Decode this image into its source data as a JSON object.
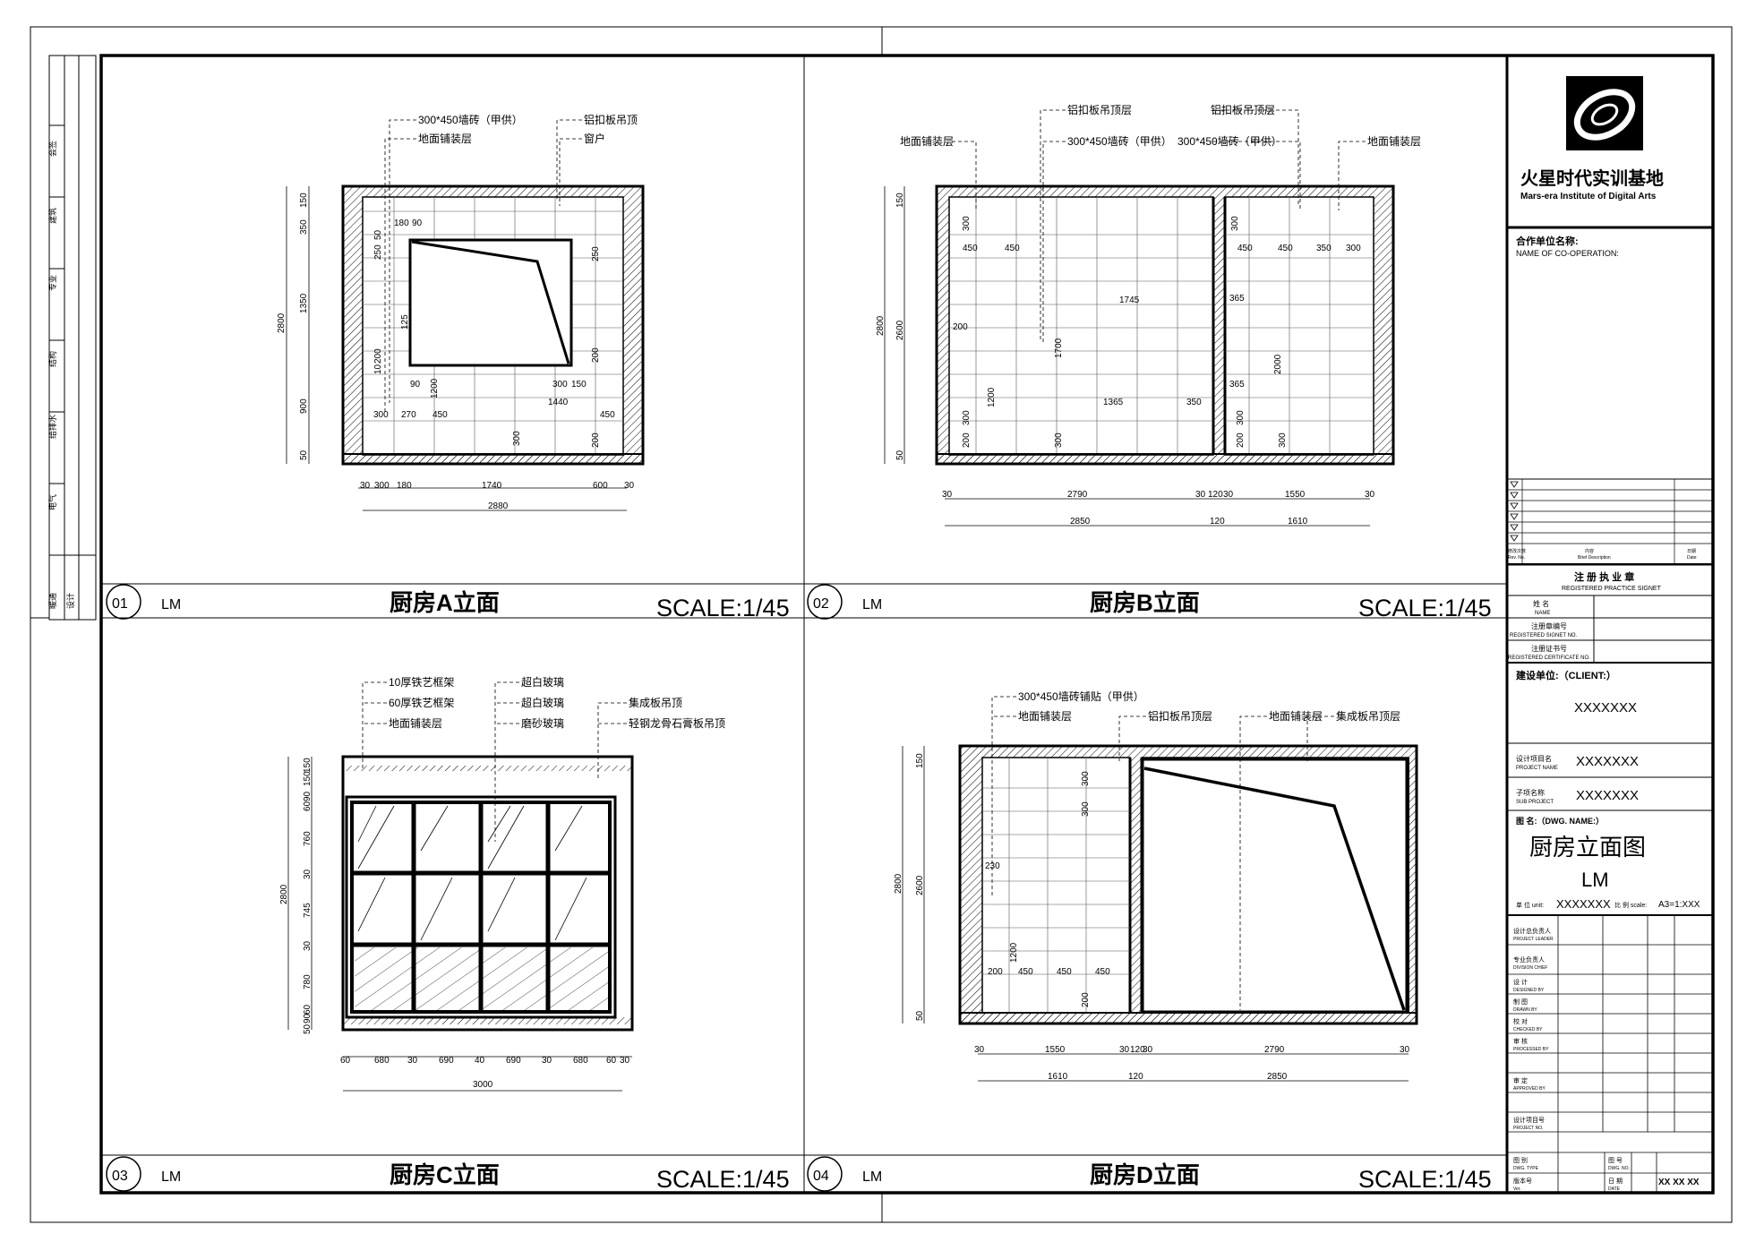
{
  "panels": [
    {
      "num": "01",
      "code": "LM",
      "title": "厨房A立面",
      "scale": "SCALE:1/45",
      "labels": [
        "300*450墙砖（甲供）",
        "地面铺装层",
        "铝扣板吊顶",
        "窗户"
      ],
      "dims_bottom": [
        "30",
        "300",
        "180",
        "1740",
        "600",
        "30"
      ],
      "dim_total": "2880",
      "dims_left": [
        "150",
        "350",
        "1350",
        "900",
        "50"
      ],
      "dim_height": "2800",
      "dims_inner": [
        "180",
        "90",
        "250",
        "50",
        "250",
        "125",
        "10",
        "200",
        "90",
        "1200",
        "300",
        "150",
        "300",
        "270",
        "450",
        "1440",
        "450",
        "300",
        "200",
        "200"
      ]
    },
    {
      "num": "02",
      "code": "LM",
      "title": "厨房B立面",
      "scale": "SCALE:1/45",
      "labels": [
        "铝扣板吊顶层",
        "300*450墙砖（甲供）",
        "铝扣板吊顶层",
        "300*450墙砖（甲供）",
        "地面铺装层",
        "地面铺装层"
      ],
      "dims_bottom": [
        "30",
        "2790",
        "30",
        "120",
        "30",
        "1550",
        "30"
      ],
      "dims_total": [
        "2850",
        "120",
        "1610"
      ],
      "dims_left": [
        "150",
        "2600",
        "50"
      ],
      "dim_height": "2800",
      "dims_inner": [
        "300",
        "450",
        "450",
        "1745",
        "1700",
        "200",
        "1200",
        "300",
        "200",
        "300",
        "1365",
        "350",
        "300",
        "450",
        "450",
        "350",
        "300",
        "365",
        "2000",
        "365",
        "300",
        "200",
        "300"
      ]
    },
    {
      "num": "03",
      "code": "LM",
      "title": "厨房C立面",
      "scale": "SCALE:1/45",
      "labels": [
        "10厚铁艺框架",
        "60厚铁艺框架",
        "地面铺装层",
        "超白玻璃",
        "超白玻璃",
        "磨砂玻璃",
        "集成板吊顶",
        "轻钢龙骨石膏板吊顶"
      ],
      "dims_bottom": [
        "60",
        "680",
        "30",
        "690",
        "40",
        "690",
        "30",
        "680",
        "60",
        "30"
      ],
      "dim_total": "3000",
      "dims_left": [
        "150",
        "150",
        "90",
        "60",
        "760",
        "30",
        "745",
        "30",
        "745",
        "780",
        "60",
        "90",
        "50"
      ],
      "dim_height": "2800"
    },
    {
      "num": "04",
      "code": "LM",
      "title": "厨房D立面",
      "scale": "SCALE:1/45",
      "labels": [
        "300*450墙砖铺贴（甲供）",
        "地面铺装层",
        "铝扣板吊顶层",
        "地面铺装层",
        "集成板吊顶层"
      ],
      "dims_bottom": [
        "30",
        "1550",
        "30",
        "120",
        "30",
        "2790",
        "30"
      ],
      "dims_total": [
        "1610",
        "120",
        "2850"
      ],
      "dims_left": [
        "150",
        "2600",
        "50"
      ],
      "dim_height": "2800",
      "dims_inner": [
        "300",
        "300",
        "230",
        "1200",
        "200",
        "450",
        "450",
        "450",
        "200"
      ]
    }
  ],
  "title_block": {
    "company": "火星时代实训基地",
    "company_en": "Mars-era Institute of Digital Arts",
    "coop_label": "合作单位名称:",
    "coop_en": "NAME OF CO-OPERATION:",
    "rev_col1": "修改次数",
    "rev_col1_en": "Rev. No.",
    "rev_col2": "内容",
    "rev_col2_en": "Brief Description",
    "rev_col3": "日期",
    "rev_col3_en": "Date",
    "reg_title": "注 册 执 业 章",
    "reg_en": "REGISTERED PRACTICE SIGNET",
    "reg_rows": [
      {
        "cn": "姓 名",
        "en": "NAME"
      },
      {
        "cn": "注册章编号",
        "en": "REGISTERED SIGNET NO."
      },
      {
        "cn": "注册证书号",
        "en": "REGISTERED CERTIFICATE NO."
      }
    ],
    "client_label": "建设单位:（CLIENT:）",
    "client_value": "XXXXXXX",
    "project_cn": "设计项目名",
    "project_en": "PROJECT NAME",
    "project_value": "XXXXXXX",
    "sub_cn": "子项名称",
    "sub_en": "SUB PROJECT",
    "sub_value": "XXXXXXX",
    "dwg_label": "图 名:（DWG. NAME:）",
    "dwg_name": "厨房立面图",
    "dwg_code": "LM",
    "unit_label": "单 位 unit:",
    "unit_value": "XXXXXXX",
    "scale_label": "比 例 scale:",
    "scale_value": "A3=1:XXX",
    "roles": [
      {
        "cn": "设计总负责人",
        "en": "PROJECT LEADER"
      },
      {
        "cn": "专业负责人",
        "en": "DIVISION CHIEF"
      },
      {
        "cn": "设 计",
        "en": "DESIGNED BY"
      },
      {
        "cn": "制 图",
        "en": "DRAWN BY"
      },
      {
        "cn": "校 对",
        "en": "CHECKED BY"
      },
      {
        "cn": "审 核",
        "en": "PROCESSED BY"
      },
      {
        "cn": "审 定",
        "en": "APPROVED BY"
      },
      {
        "cn": "设计项目号",
        "en": "PROJECT NO."
      }
    ],
    "type_cn": "图 别",
    "type_en": "DWG. TYPE",
    "no_cn": "图 号",
    "no_en": "DWG. NO.",
    "ver_cn": "版本号",
    "ver_en": "Ver.",
    "date_cn": "日 期",
    "date_en": "DATE",
    "date_value": "XX XX XX"
  },
  "left_strip": [
    "专业",
    "会签",
    "建筑",
    "结构",
    "给排水",
    "电气",
    "暖通",
    "设计"
  ]
}
